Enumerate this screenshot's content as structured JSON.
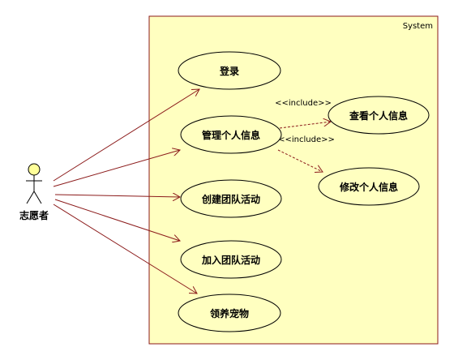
{
  "system": {
    "label": "System"
  },
  "actor": {
    "label": "志愿者"
  },
  "use_cases": [
    {
      "id": "login",
      "label": "登录"
    },
    {
      "id": "manage",
      "label": "管理个人信息"
    },
    {
      "id": "create",
      "label": "创建团队活动"
    },
    {
      "id": "join",
      "label": "加入团队活动"
    },
    {
      "id": "adopt",
      "label": "领养宠物"
    },
    {
      "id": "view",
      "label": "查看个人信息"
    },
    {
      "id": "edit",
      "label": "修改个人信息"
    }
  ],
  "relations": [
    {
      "from": "actor",
      "to": "login",
      "type": "association"
    },
    {
      "from": "actor",
      "to": "manage",
      "type": "association"
    },
    {
      "from": "actor",
      "to": "create",
      "type": "association"
    },
    {
      "from": "actor",
      "to": "join",
      "type": "association"
    },
    {
      "from": "actor",
      "to": "adopt",
      "type": "association"
    },
    {
      "from": "manage",
      "to": "view",
      "type": "include",
      "label": "<<include>>"
    },
    {
      "from": "manage",
      "to": "edit",
      "type": "include",
      "label": "<<include>>"
    }
  ],
  "colors": {
    "system_fill": "#FFFFC0",
    "system_stroke": "#8B1A1A",
    "usecase_fill": "#FFFFC0",
    "line": "#8B1A1A",
    "text": "#000000",
    "actor_head": "#FFFF99"
  }
}
